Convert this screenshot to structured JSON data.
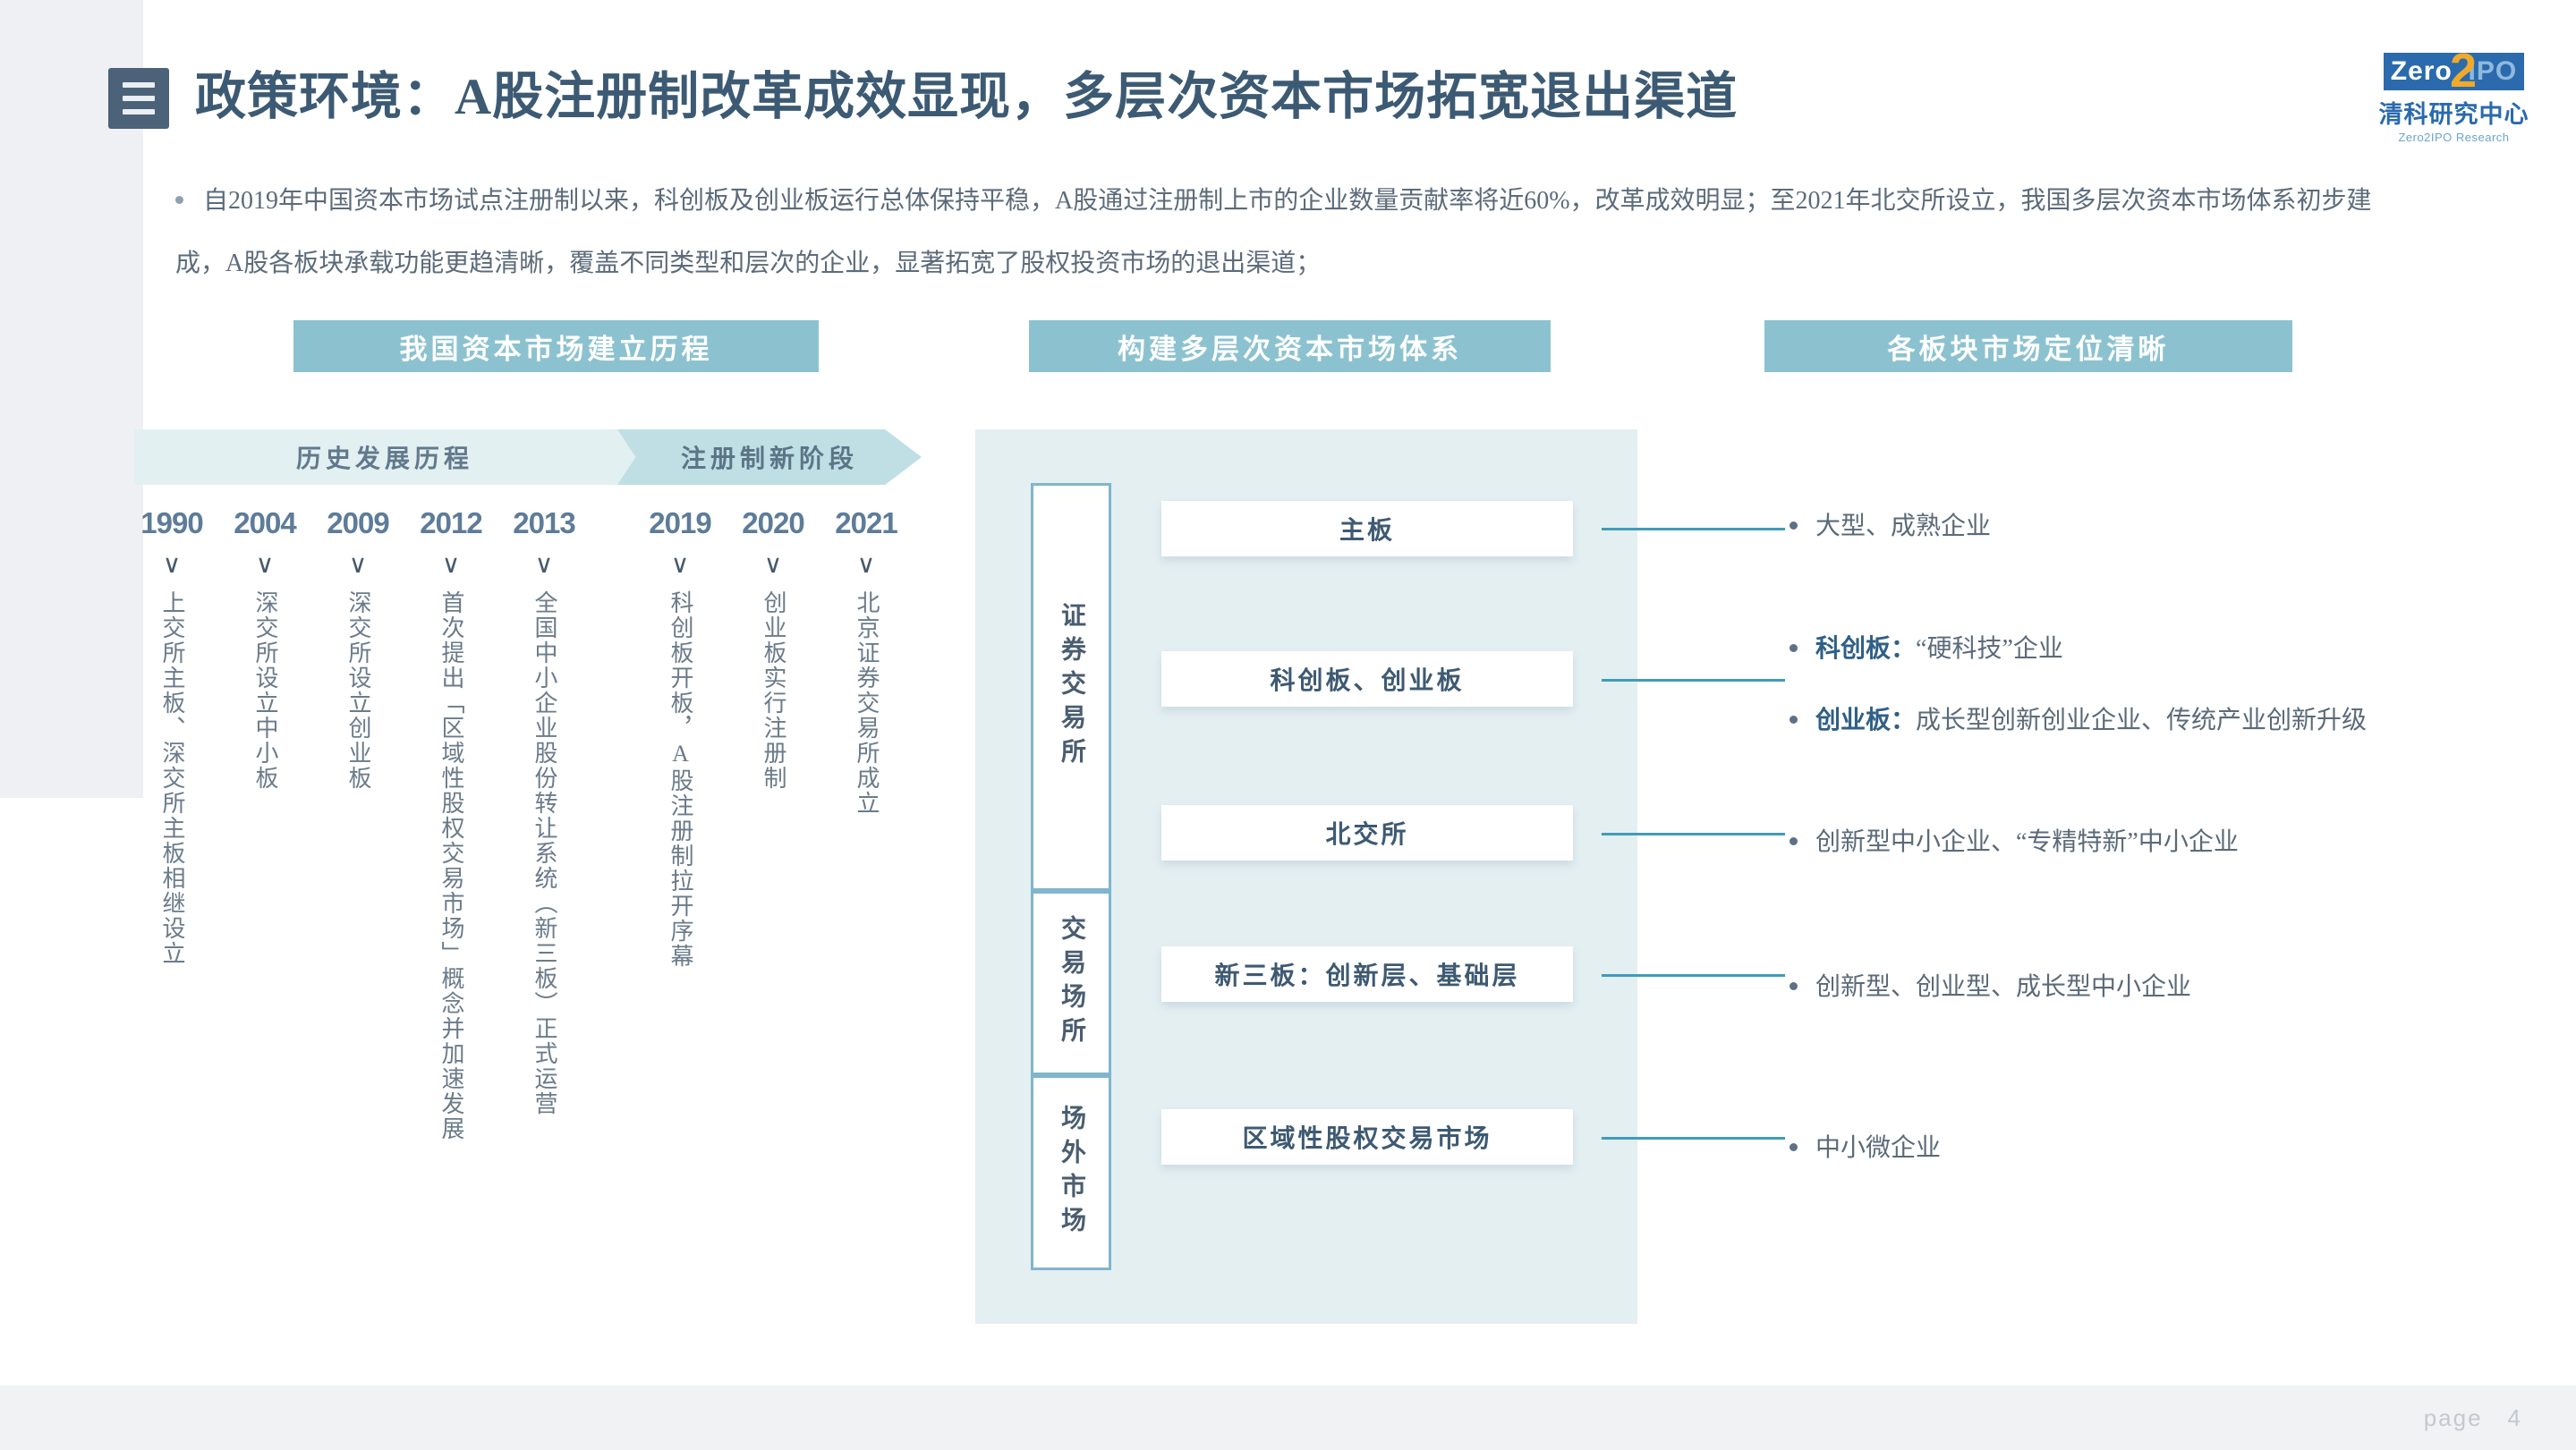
{
  "header": {
    "menu_icon": "hamburger-menu-icon",
    "title": "政策环境：A股注册制改革成效显现，多层次资本市场拓宽退出渠道"
  },
  "logo": {
    "word_zero": "Zero",
    "word_two": "2",
    "word_ipo": "IPO",
    "cn_name": "清科研究中心",
    "en_name": "Zero2IPO Research",
    "brand_blue": "#2a6aad",
    "brand_orange": "#efa92b"
  },
  "intro": {
    "text": "自2019年中国资本市场试点注册制以来，科创板及创业板运行总体保持平稳，A股通过注册制上市的企业数量贡献率将近60%，改革成效明显；至2021年北交所设立，我国多层次资本市场体系初步建成，A股各板块承载功能更趋清晰，覆盖不同类型和层次的企业，显著拓宽了股权投资市场的退出渠道；"
  },
  "section_headers": {
    "left": "我国资本市场建立历程",
    "middle": "构建多层次资本市场体系",
    "right": "各板块市场定位清晰",
    "bg_color": "#8cc2d0"
  },
  "timeline": {
    "phase_historic": "历史发展历程",
    "phase_registration": "注册制新阶段",
    "events": [
      {
        "year": "1990",
        "arrow": "∨",
        "text": "上交所主板、深交所主板相继设立"
      },
      {
        "year": "2004",
        "arrow": "∨",
        "text": "深交所设立中小板"
      },
      {
        "year": "2009",
        "arrow": "∨",
        "text": "深交所设立创业板"
      },
      {
        "year": "2012",
        "arrow": "∨",
        "text": "首次提出「区域性股权交易市场」概念并加速发展"
      },
      {
        "year": "2013",
        "arrow": "∨",
        "text": "全国中小企业股份转让系统（新三板）正式运营"
      },
      {
        "year": "2019",
        "arrow": "∨",
        "text": "科创板开板，A股注册制拉开序幕"
      },
      {
        "year": "2020",
        "arrow": "∨",
        "text": "创业板实行注册制"
      },
      {
        "year": "2021",
        "arrow": "∨",
        "text": "北京证券交易所成立"
      }
    ]
  },
  "market_system": {
    "categories": [
      {
        "label": "证券交易所"
      },
      {
        "label": "交易场所"
      },
      {
        "label": "场外市场"
      }
    ],
    "blocks": [
      {
        "label": "主板"
      },
      {
        "label": "科创板、创业板"
      },
      {
        "label": "北交所"
      },
      {
        "label": "新三板：创新层、基础层"
      },
      {
        "label": "区域性股权交易市场"
      }
    ],
    "connector_color": "#3f9cbb",
    "panel_color": "#e4eff2"
  },
  "positioning": {
    "items": [
      {
        "lead": "",
        "text": "大型、成熟企业"
      },
      {
        "lead": "科创板：",
        "text": "“硬科技”企业"
      },
      {
        "lead": "创业板：",
        "text": "成长型创新创业企业、传统产业创新升级"
      },
      {
        "lead": "",
        "text": "创新型中小企业、“专精特新”中小企业"
      },
      {
        "lead": "",
        "text": "创新型、创业型、成长型中小企业"
      },
      {
        "lead": "",
        "text": "中小微企业"
      }
    ]
  },
  "footer": {
    "page_label": "page",
    "page_number": "4"
  }
}
